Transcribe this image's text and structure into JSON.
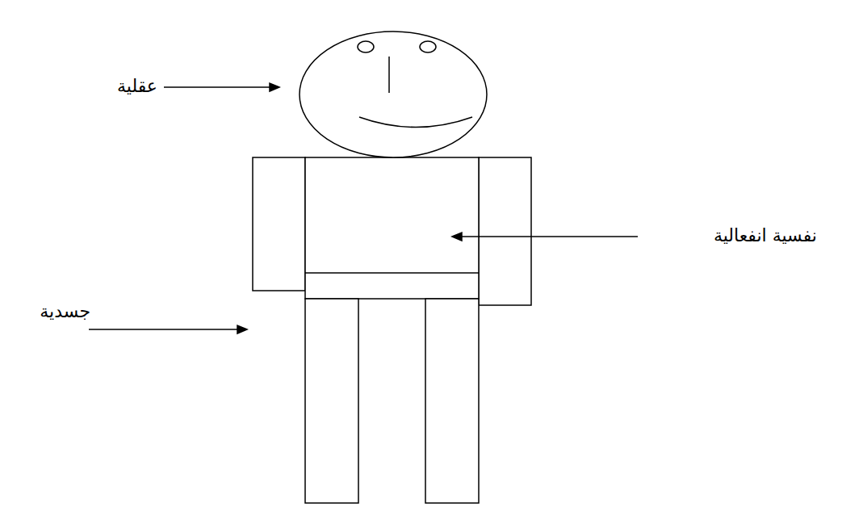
{
  "diagram": {
    "labels": [
      "عقلية",
      "نفسية انفعالية",
      "جسدية"
    ]
  }
}
